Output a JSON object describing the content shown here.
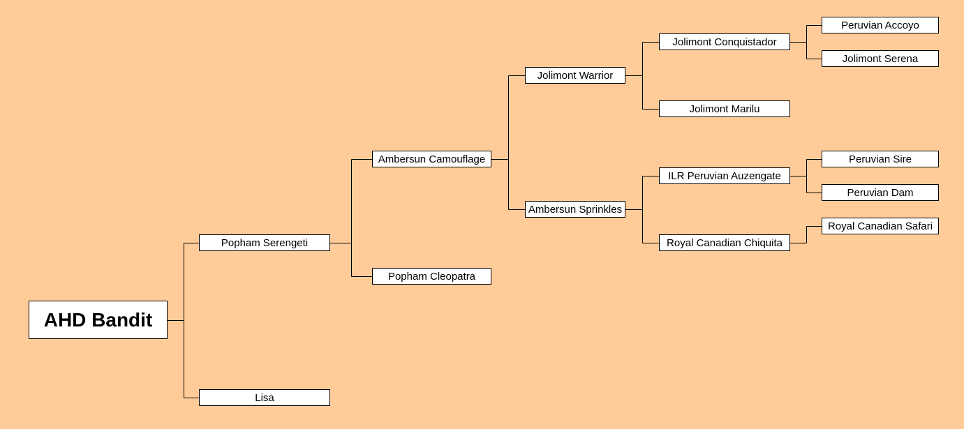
{
  "pedigree": {
    "root": "AHD Bandit",
    "sire": "Popham Serengeti",
    "dam": "Lisa",
    "sire_sire": "Ambersun Camouflage",
    "sire_dam": "Popham Cleopatra",
    "sire_sire_sire": "Jolimont Warrior",
    "sire_sire_dam": "Ambersun Sprinkles",
    "ssss": "Jolimont Conquistador",
    "sssd": "Jolimont Marilu",
    "ssds": "ILR Peruvian Auzengate",
    "ssdd": "Royal Canadian Chiquita",
    "sssss": "Peruvian Accoyo",
    "ssssd": "Jolimont Serena",
    "ssdss": "Peruvian Sire",
    "ssdsd": "Peruvian Dam",
    "ssdds": "Royal Canadian Safari"
  }
}
